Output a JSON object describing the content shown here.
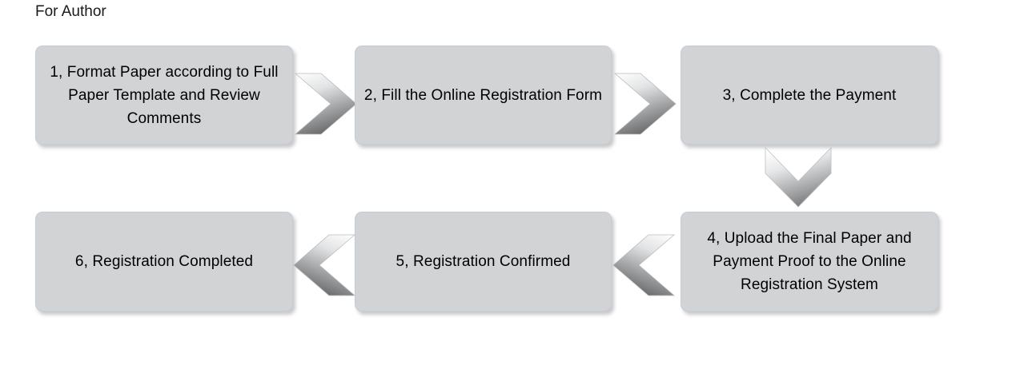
{
  "diagram": {
    "title": "For Author",
    "background": "#ffffff",
    "node_fill": "#d2d3d4",
    "node_border": "#c3cdd8",
    "text_color": "#000000",
    "arrow_gradient_from": "#ffffff",
    "arrow_gradient_to": "#6d6e70",
    "nodes": [
      {
        "id": "step-1",
        "label": "1, Format Paper according to Full Paper Template and Review Comments"
      },
      {
        "id": "step-2",
        "label": "2, Fill the Online Registration Form"
      },
      {
        "id": "step-3",
        "label": "3, Complete the Payment"
      },
      {
        "id": "step-4",
        "label": "4, Upload the Final Paper and Payment Proof to the Online Registration System"
      },
      {
        "id": "step-5",
        "label": "5, Registration Confirmed"
      },
      {
        "id": "step-6",
        "label": "6, Registration Completed"
      }
    ],
    "connectors": [
      {
        "id": "arrow-1-to-2",
        "direction": "right",
        "from": "step-1",
        "to": "step-2"
      },
      {
        "id": "arrow-2-to-3",
        "direction": "right",
        "from": "step-2",
        "to": "step-3"
      },
      {
        "id": "arrow-3-to-4",
        "direction": "down",
        "from": "step-3",
        "to": "step-4"
      },
      {
        "id": "arrow-4-to-5",
        "direction": "left",
        "from": "step-4",
        "to": "step-5"
      },
      {
        "id": "arrow-5-to-6",
        "direction": "left",
        "from": "step-5",
        "to": "step-6"
      }
    ]
  },
  "chart_data": {
    "type": "diagram",
    "title": "For Author",
    "flow": [
      "1, Format Paper according to Full Paper Template and Review Comments",
      "2, Fill the Online Registration Form",
      "3, Complete the Payment",
      "4, Upload the Final Paper and Payment Proof to the Online Registration System",
      "5, Registration Confirmed",
      "6, Registration Completed"
    ]
  }
}
